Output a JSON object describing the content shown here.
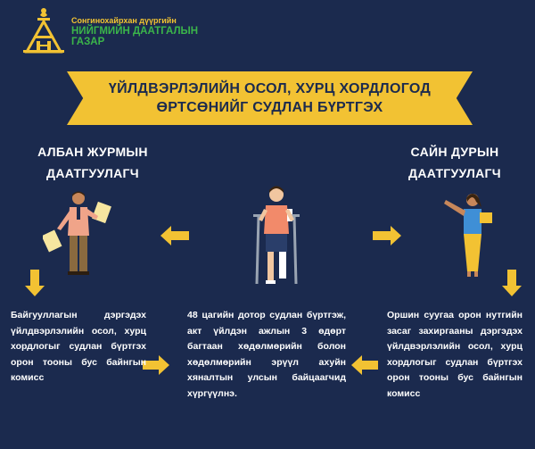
{
  "organization": {
    "line1": "Сонгинохайрхан дүүргийн",
    "line2": "НИЙГМИЙН ДААТГАЛЫН",
    "line3": "ГАЗАР"
  },
  "banner": {
    "line1": "ҮЙЛДВЭРЛЭЛИЙН ОСОЛ, ХУРЦ ХОРДЛОГОД",
    "line2": "ӨРТСӨНИЙГ СУДЛАН БҮРТГЭХ"
  },
  "left_heading": {
    "line1": "АЛБАН ЖУРМЫН",
    "line2": "ДААТГУУЛАГЧ"
  },
  "right_heading": {
    "line1": "САЙН ДУРЫН",
    "line2": "ДААТГУУЛАГЧ"
  },
  "left_text": "Байгууллагын дэргэдэх үйлдвэрлэлийн осол, хурц хордлогыг судлан бүртгэх орон тооны бус байнгын комисс",
  "middle_text": "48 цагийн дотор судлан бүртгэж, акт үйлдэн ажлын 3 өдөрт багтаан хөдөлмөрийн болон хөдөлмөрийн эрүүл ахуйн хяналтын улсын байцаагчид хүргүүлнэ.",
  "right_text": "Оршин суугаа орон нутгийн засаг захиргааны дэргэдэх үйлдвэрлэлийн осол, хурц хордлогыг судлан бүртгэх орон тооны бус байнгын комисс",
  "colors": {
    "background": "#1b2a4e",
    "accent": "#f2c233",
    "brand_green": "#3bb54a"
  },
  "icons": {
    "logo": "mongolian-symbol-logo",
    "left_figure": "man-holding-documents-illustration",
    "middle_figure": "injured-man-on-crutches-illustration",
    "right_figure": "woman-holding-book-illustration",
    "arrows": "arrow-icon"
  }
}
